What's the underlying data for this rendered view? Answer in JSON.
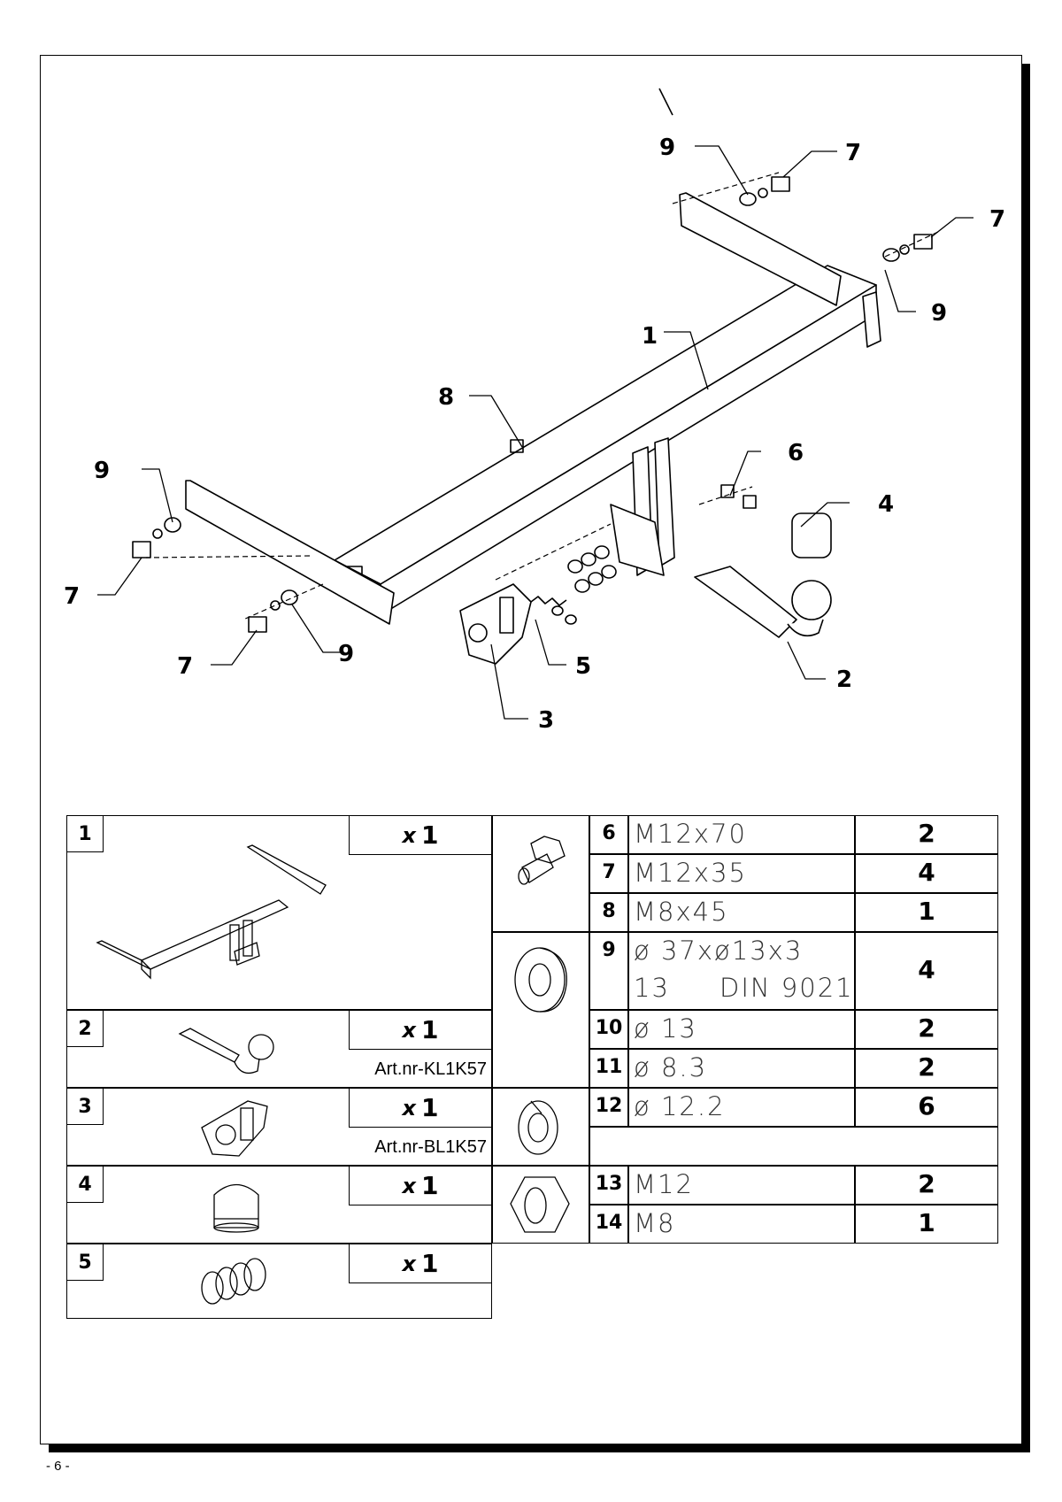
{
  "diagram": {
    "callouts": [
      "1",
      "2",
      "3",
      "4",
      "5",
      "6",
      "7",
      "7",
      "7",
      "7",
      "8",
      "9",
      "9",
      "9",
      "9"
    ]
  },
  "parts_left": [
    {
      "no": "1",
      "qty_prefix": "x",
      "qty": "1",
      "art": ""
    },
    {
      "no": "2",
      "qty_prefix": "x",
      "qty": "1",
      "art": "Art.nr-KL1K57"
    },
    {
      "no": "3",
      "qty_prefix": "x",
      "qty": "1",
      "art": "Art.nr-BL1K57"
    },
    {
      "no": "4",
      "qty_prefix": "x",
      "qty": "1",
      "art": ""
    },
    {
      "no": "5",
      "qty_prefix": "x",
      "qty": "1",
      "art": ""
    }
  ],
  "parts_right": [
    {
      "no": "6",
      "spec": "M12x70",
      "qty": "2"
    },
    {
      "no": "7",
      "spec": "M12x35",
      "qty": "4"
    },
    {
      "no": "8",
      "spec": "M8x45",
      "qty": "1"
    },
    {
      "no": "9",
      "spec": "ø 37xø13x3",
      "spec2": "13     DIN 9021",
      "qty": "4"
    },
    {
      "no": "10",
      "spec": "ø 13",
      "qty": "2"
    },
    {
      "no": "11",
      "spec": "ø 8.3",
      "qty": "2"
    },
    {
      "no": "12",
      "spec": "ø 12.2",
      "qty": "6"
    },
    {
      "no": "13",
      "spec": "M12",
      "qty": "2"
    },
    {
      "no": "14",
      "spec": "M8",
      "qty": "1"
    }
  ],
  "icons": [
    "bolt-icon",
    "washer-icon",
    "spring-washer-icon",
    "nut-icon",
    "towbar-icon",
    "towball-icon",
    "socket-plate-icon",
    "cap-icon",
    "spring-icon"
  ],
  "footer": {
    "page": "- 6 -"
  }
}
